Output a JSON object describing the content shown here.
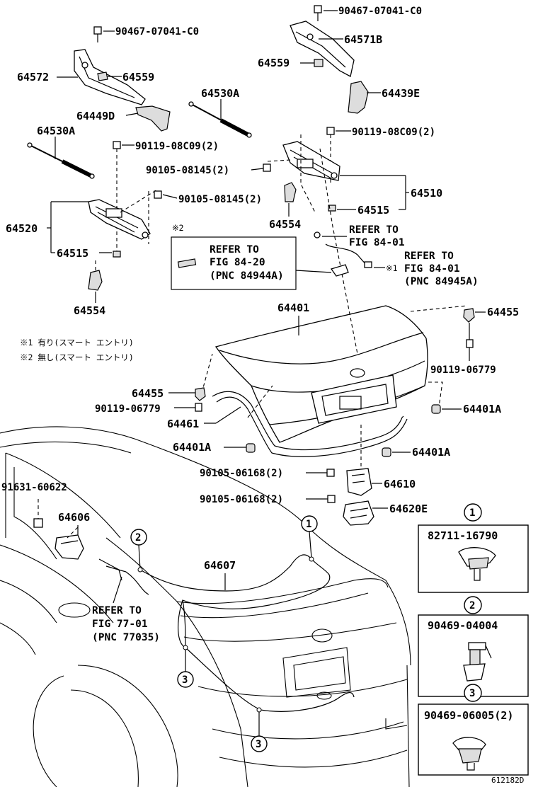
{
  "labels": {
    "p_90467_a": "90467-07041-C0",
    "p_90467_b": "90467-07041-C0",
    "p_64571b": "64571B",
    "p_64572": "64572",
    "p_64559_a": "64559",
    "p_64559_b": "64559",
    "p_64439e": "64439E",
    "p_64530a_a": "64530A",
    "p_64530a_b": "64530A",
    "p_64449d": "64449D",
    "p_90119_08c09_a": "90119-08C09(2)",
    "p_90119_08c09_b": "90119-08C09(2)",
    "p_90105_08145_a": "90105-08145(2)",
    "p_90105_08145_b": "90105-08145(2)",
    "p_64510": "64510",
    "p_64515_a": "64515",
    "p_64515_b": "64515",
    "p_64520": "64520",
    "p_64554_a": "64554",
    "p_64554_b": "64554",
    "p_64401": "64401",
    "p_64455_a": "64455",
    "p_64455_b": "64455",
    "p_90119_06779_a": "90119-06779",
    "p_90119_06779_b": "90119-06779",
    "p_64401a_a": "64401A",
    "p_64401a_b": "64401A",
    "p_64401a_c": "64401A",
    "p_64461": "64461",
    "p_90105_06168_a": "90105-06168(2)",
    "p_90105_06168_b": "90105-06168(2)",
    "p_64610": "64610",
    "p_64620e": "64620E",
    "p_91631": "91631-60622",
    "p_64606": "64606",
    "p_64607": "64607",
    "detail_1_part": "82711-16790",
    "detail_2_part": "90469-04004",
    "detail_3_part": "90469-06005(2)",
    "diagram_code": "612182D"
  },
  "refs": {
    "ref1_l1": "REFER TO",
    "ref1_l2": "FIG 84-01",
    "ref2_l1": "REFER TO",
    "ref2_l2": "FIG 84-01",
    "ref2_l3": "(PNC 84945A)",
    "ref2_mark": "※1",
    "ref3_l1": "REFER TO",
    "ref3_l2": "FIG 84-20",
    "ref3_l3": "(PNC 84944A)",
    "ref3_mark": "※2",
    "ref4_l1": "REFER TO",
    "ref4_l2": "FIG 77-01",
    "ref4_l3": "(PNC 77035)"
  },
  "notes": {
    "note1": "※1 有り(スマート エントリ)",
    "note2": "※2 無し(スマート エントリ)"
  },
  "circles": {
    "c1": "1",
    "c2": "2",
    "c3": "3"
  }
}
